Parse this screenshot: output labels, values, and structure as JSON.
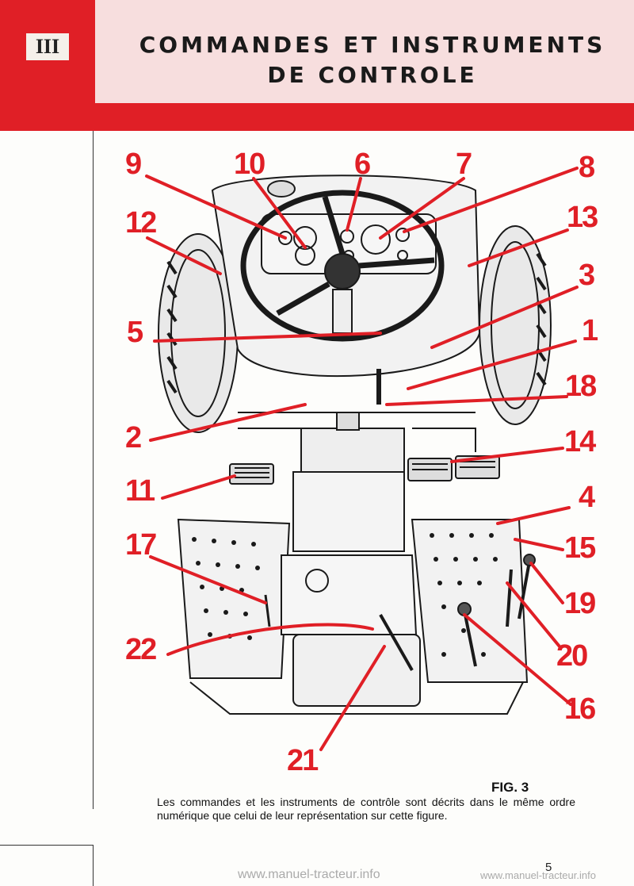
{
  "header": {
    "chapter": "III",
    "title_line1": "COMMANDES ET INSTRUMENTS",
    "title_line2": "DE CONTROLE"
  },
  "figure": {
    "callouts": [
      {
        "id": "c9",
        "label": "9"
      },
      {
        "id": "c10",
        "label": "10"
      },
      {
        "id": "c6",
        "label": "6"
      },
      {
        "id": "c7",
        "label": "7"
      },
      {
        "id": "c8",
        "label": "8"
      },
      {
        "id": "c12",
        "label": "12"
      },
      {
        "id": "c13",
        "label": "13"
      },
      {
        "id": "c3",
        "label": "3"
      },
      {
        "id": "c5",
        "label": "5"
      },
      {
        "id": "c1",
        "label": "1"
      },
      {
        "id": "c18",
        "label": "18"
      },
      {
        "id": "c2",
        "label": "2"
      },
      {
        "id": "c14",
        "label": "14"
      },
      {
        "id": "c11",
        "label": "11"
      },
      {
        "id": "c4",
        "label": "4"
      },
      {
        "id": "c17",
        "label": "17"
      },
      {
        "id": "c15",
        "label": "15"
      },
      {
        "id": "c19",
        "label": "19"
      },
      {
        "id": "c22",
        "label": "22"
      },
      {
        "id": "c20",
        "label": "20"
      },
      {
        "id": "c16",
        "label": "16"
      },
      {
        "id": "c21",
        "label": "21"
      }
    ],
    "label": "FIG. 3",
    "caption": "Les commandes et les instruments de contrôle sont décrits dans le même ordre numérique que celui de leur représentation sur cette figure."
  },
  "footer": {
    "page_number": "5",
    "watermark_main": "www.manuel-tracteur.info",
    "watermark_small": "www.manuel-tracteur.info"
  },
  "colors": {
    "accent_red": "#e01f26",
    "header_tint": "#f7dede",
    "ink": "#1a1a1a"
  }
}
